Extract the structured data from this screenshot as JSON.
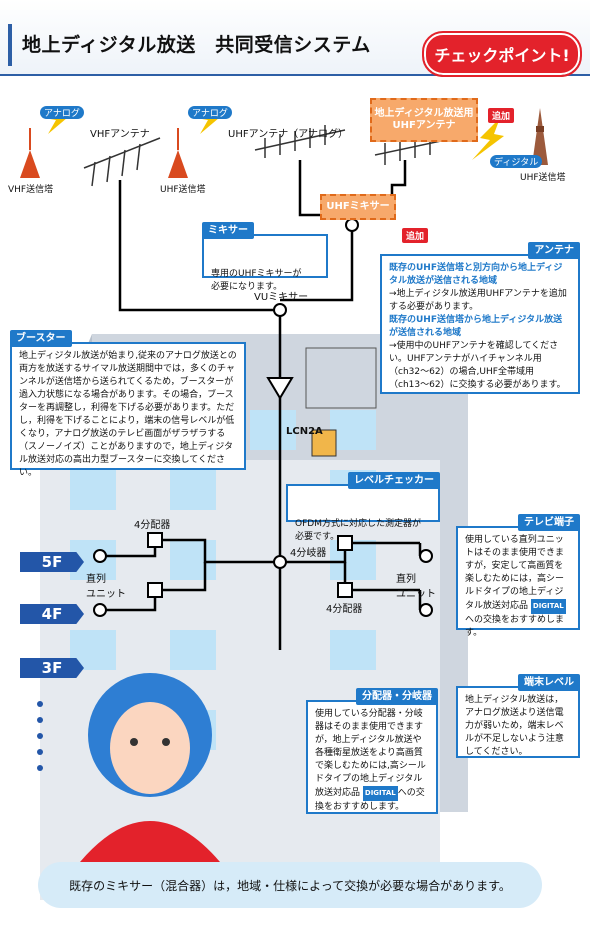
{
  "header": {
    "title": "地上ディジタル放送　共同受信システム",
    "badge": "チェックポイント!"
  },
  "antennas": {
    "vhf_label": "VHFアンテナ",
    "uhf_label": "UHFアンテナ（アナログ）",
    "digital_uhf_label": "地上ディジタル放送用\nUHFアンテナ",
    "analog1": "アナログ",
    "analog2": "アナログ",
    "digital": "ディジタル",
    "vhf_tower": "VHF送信塔",
    "uhf_tower_left": "UHF送信塔",
    "uhf_tower_right": "UHF送信塔",
    "add1": "追加",
    "add2": "追加"
  },
  "mixer": {
    "uhf_mixer": "UHFミキサー",
    "tag": "ミキサー",
    "text": "専用のUHFミキサーが\n必要になります。",
    "vu_mixer": "VUミキサー"
  },
  "antenna_note": {
    "tag": "アンテナ",
    "p1": "既存のUHF送信塔と別方向から地上ディジタル放送が送信される地域",
    "p2": "→地上ディジタル放送用UHFアンテナを追加する必要があります。",
    "p3": "既存のUHF送信塔から地上ディジタル放送が送信される地域",
    "p4": "→使用中のUHFアンテナを確認してください。UHFアンテナがハイチャンネル用（ch32〜62）の場合,UHF全帯域用（ch13〜62）に交換する必要があります。"
  },
  "booster": {
    "tag": "ブースター",
    "text": "地上ディジタル放送が始まり,従来のアナログ放送との両方を放送するサイマル放送期間中では，多くのチャンネルが送信塔から送られてくるため，ブースターが過入力状態になる場合があります。その場合，ブースターを再調整し，利得を下げる必要があります。ただし，利得を下げることにより，端末の信号レベルが低くなり，アナログ放送のテレビ画面がザラザラする（スノーノイズ）ことがありますので，地上ディジタル放送対応の高出力型ブースターに交換してください。"
  },
  "level_checker": {
    "tag": "レベルチェッカー",
    "text": "OFDM方式に対応した測定器が\n必要です。",
    "device": "LCN2A"
  },
  "distribution": {
    "splitter4_top": "4分配器",
    "splitter4_bottom": "4分配器",
    "branch4": "4分岐器",
    "unit_left": "直列\nユニット",
    "unit_right": "直列\nユニット"
  },
  "floors": [
    "5F",
    "4F",
    "3F"
  ],
  "tv_terminal": {
    "tag": "テレビ端子",
    "text": "使用している直列ユニットはそのまま使用できますが，安定して高画質を楽しむためには，高シールドタイプの地上ディジタル放送対応品",
    "text2": "への交換をおすすめします。",
    "logo": "DIGITAL"
  },
  "terminal_level": {
    "tag": "端末レベル",
    "text": "地上ディジタル放送は，アナログ放送より送信電力が弱いため，端末レベルが不足しないよう注意してください。"
  },
  "splitter_note": {
    "tag": "分配器・分岐器",
    "text": "使用している分配器・分岐器はそのまま使用できますが，地上ディジタル放送や各種衛星放送をより高画質で楽しむためには,高シールドタイプの地上ディジタル放送対応品",
    "text2": "への交換をおすすめします。",
    "logo": "DIGITAL"
  },
  "footer": {
    "speech": "既存のミキサー（混合器）は，地域・仕様によって交換が必要な場合があります。"
  }
}
